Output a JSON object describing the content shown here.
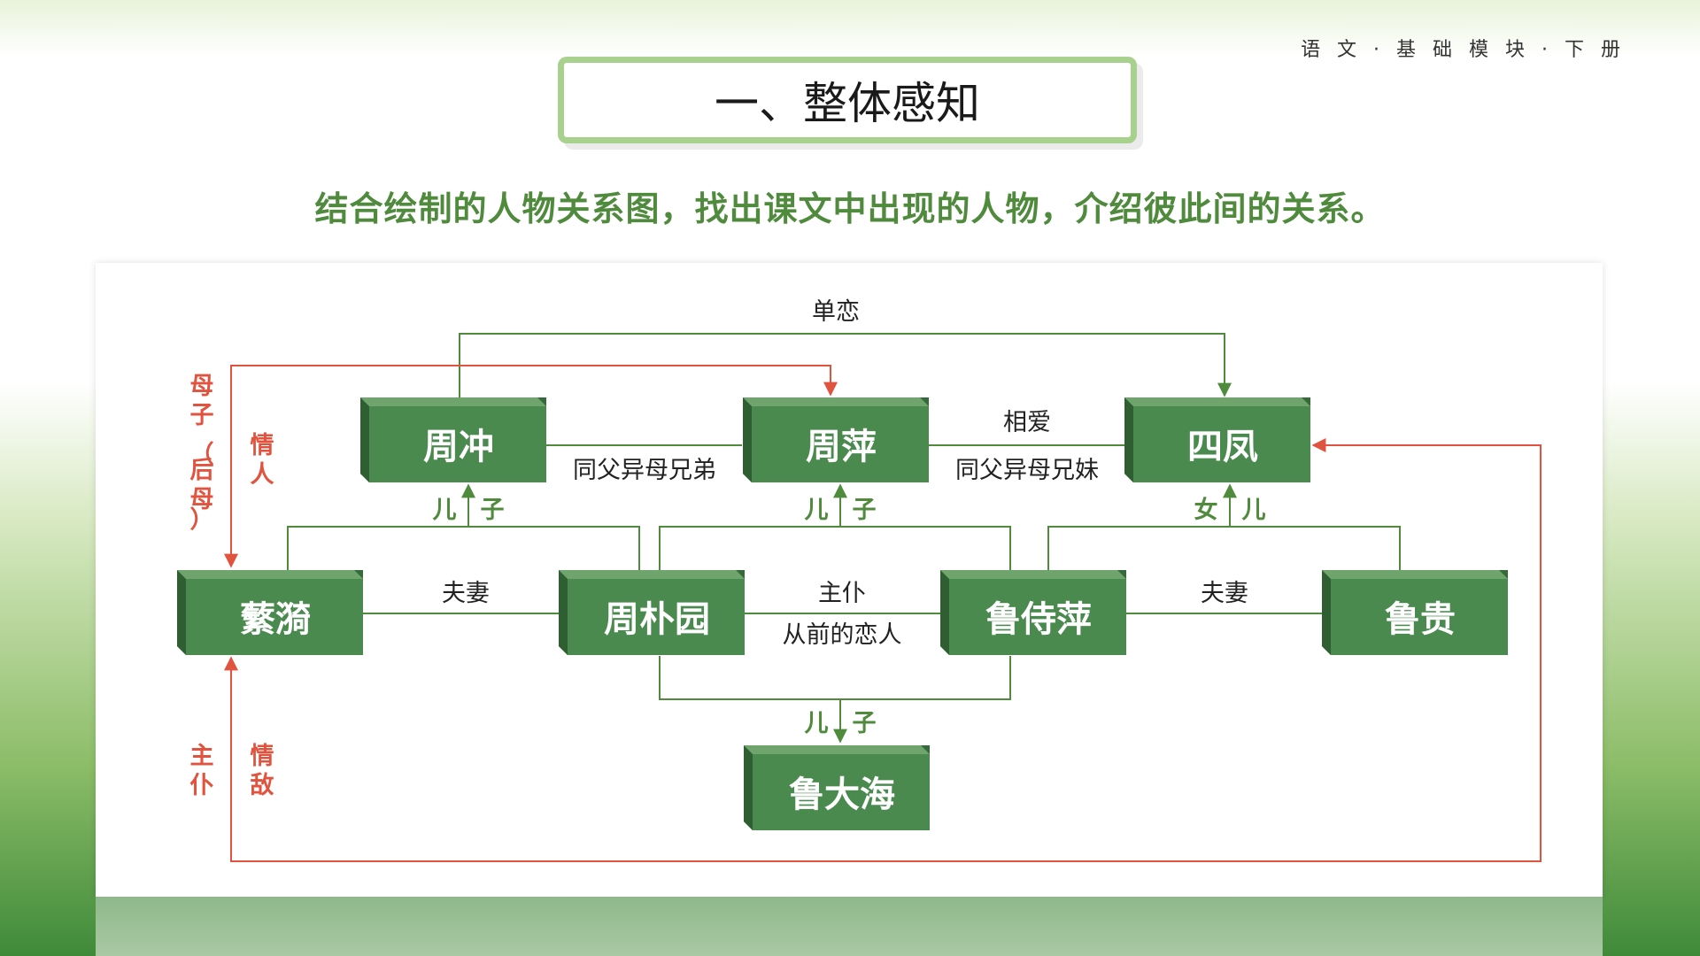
{
  "header": {
    "series": "语 文 · 基 础 模 块 · 下 册",
    "title": "一、整体感知",
    "instruction": "结合绘制的人物关系图，找出课文中出现的人物，介绍彼此间的关系。"
  },
  "colors": {
    "node_fill": "#4a8a4f",
    "node_top": "#6fa46d",
    "node_side": "#356b3a",
    "green_line": "#4f8a3d",
    "red_line": "#e0533f"
  },
  "nodes": {
    "zhouchong": "周冲",
    "zhouping": "周萍",
    "sifeng": "四凤",
    "fanyi": "蘩漪",
    "zhoupuyuan": "周朴园",
    "lushiping": "鲁侍萍",
    "lugui": "鲁贵",
    "ludahai": "鲁大海"
  },
  "relations": {
    "unrequited": "单恋",
    "in_love": "相爱",
    "half_brothers": "同父异母兄弟",
    "half_siblings": "同父异母兄妹",
    "couple_left": "夫妻",
    "master_servant": "主仆",
    "former_lovers": "从前的恋人",
    "couple_right": "夫妻"
  },
  "child_labels": {
    "zhouchong": [
      "儿",
      "子"
    ],
    "zhouping": [
      "儿",
      "子"
    ],
    "sifeng": [
      "女",
      "儿"
    ],
    "ludahai": [
      "儿",
      "子"
    ]
  },
  "side_labels": {
    "stepmother": [
      "母",
      "子",
      "（",
      "后",
      "母",
      "）"
    ],
    "lovers": [
      "情",
      "人"
    ],
    "master_servant": [
      "主",
      "仆"
    ],
    "rivals": [
      "情",
      "敌"
    ]
  }
}
